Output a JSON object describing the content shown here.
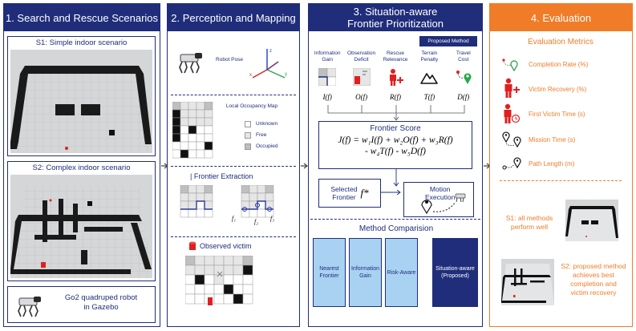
{
  "panel1": {
    "title": "1. Search and Rescue Scenarios",
    "s1_label": "S1: Simple indoor scenario",
    "s2_label": "S2: Complex indoor scenario",
    "robot_label_line1": "Go2 quadruped robot",
    "robot_label_line2": "in Gazebo"
  },
  "panel2": {
    "title": "2. Perception and Mapping",
    "robot_pose": "Robot Pose",
    "axis_x": "x",
    "axis_y": "y",
    "axis_z": "z",
    "occupancy_title": "Local Occupancy Map",
    "legend": [
      {
        "label": "Unknown",
        "color": "#ffffff"
      },
      {
        "label": "Free",
        "color": "#e6e6e6"
      },
      {
        "label": "Occupied",
        "color": "#bfbfbf"
      }
    ],
    "frontier_title": "| Frontier Extraction",
    "f1": "f₁",
    "f2": "f₂",
    "f3": "f₃",
    "victim_title": "Observed victim"
  },
  "panel3": {
    "title_line1": "3. Situation-aware",
    "title_line2": "Frontier Prioritization",
    "proposed_badge": "Proposed Method",
    "factors": [
      {
        "name_line1": "Information",
        "name_line2": "Gain",
        "symbol": "I(f)",
        "icon": "info-grid-icon"
      },
      {
        "name_line1": "Observation",
        "name_line2": "Deficit",
        "symbol": "O(f)",
        "icon": "observation-icon"
      },
      {
        "name_line1": "Rescue",
        "name_line2": "Relevance",
        "symbol": "R(f)",
        "icon": "victim-plus-icon"
      },
      {
        "name_line1": "Terrain",
        "name_line2": "Penalty",
        "symbol": "T(f)",
        "icon": "mountain-icon"
      },
      {
        "name_line1": "Travel",
        "name_line2": "Cost",
        "symbol": "D(f)",
        "icon": "route-pin-icon"
      }
    ],
    "score_title": "Frontier Score",
    "formula_line1": "J(f) = w₁I(f) + w₂O(f) + w₃R(f)",
    "formula_line2": "- w₄T(f) - w₅D(f)",
    "selected_line1": "Selected",
    "selected_line2": "Frontier",
    "selected_symbol": "f*",
    "motion_line1": "Motion",
    "motion_line2": "Execution",
    "comparison_title": "Method Comparision",
    "methods": [
      {
        "line1": "Nearest",
        "line2": "Frontier"
      },
      {
        "line1": "Information",
        "line2": "Gain"
      },
      {
        "line1": "Risk-Aware",
        "line2": ""
      },
      {
        "line1": "Situation-aware",
        "line2": "(Proposed)"
      }
    ],
    "colors": {
      "navy": "#1f2d7a",
      "light_blue": "#a9d2f2"
    }
  },
  "panel4": {
    "title": "4. Evaluation",
    "metrics_title": "Evaluation Metrics",
    "metrics": [
      {
        "label": "Completion Rate (%)",
        "icon": "completion-route-icon"
      },
      {
        "label": "Victim Recovery (%)",
        "icon": "victim-recovery-icon"
      },
      {
        "label": "First Victim Time (s)",
        "icon": "victim-clock-icon"
      },
      {
        "label": "Mission Time (s)",
        "icon": "mission-pins-icon"
      },
      {
        "label": "Path Length (m)",
        "icon": "path-length-icon"
      }
    ],
    "s1_result_line1": "S1: all methods",
    "s1_result_line2": "perform well",
    "s2_result_line1": "S2: proposed method",
    "s2_result_line2": "achieves best",
    "s2_result_line3": "completion and",
    "s2_result_line4": "victim recovery",
    "colors": {
      "orange": "#f07c28",
      "victim_red": "#e02020"
    }
  }
}
